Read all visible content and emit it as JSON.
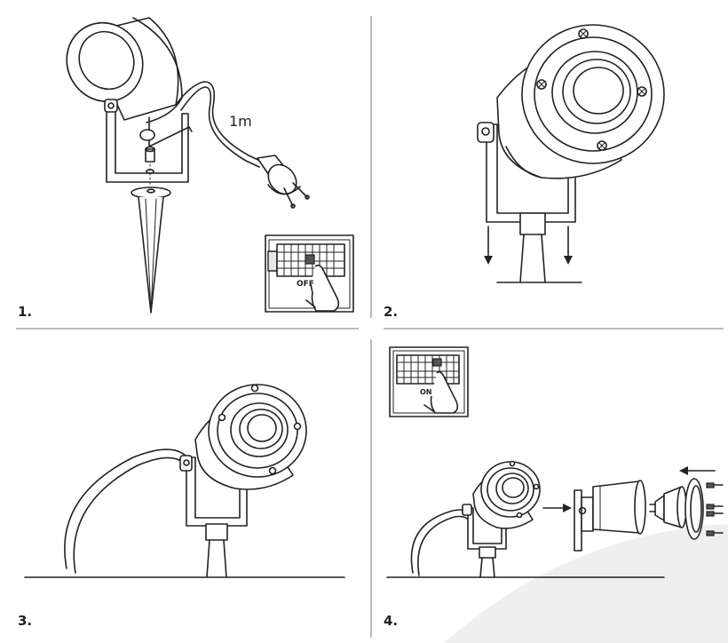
{
  "steps": [
    {
      "number": "1.",
      "cable_length": "1m",
      "switch_state": "OFF"
    },
    {
      "number": "2."
    },
    {
      "number": "3."
    },
    {
      "number": "4.",
      "switch_state": "ON"
    }
  ],
  "colors": {
    "line": "#222222",
    "divider": "#555555",
    "background_arc": "#eeeeee"
  }
}
